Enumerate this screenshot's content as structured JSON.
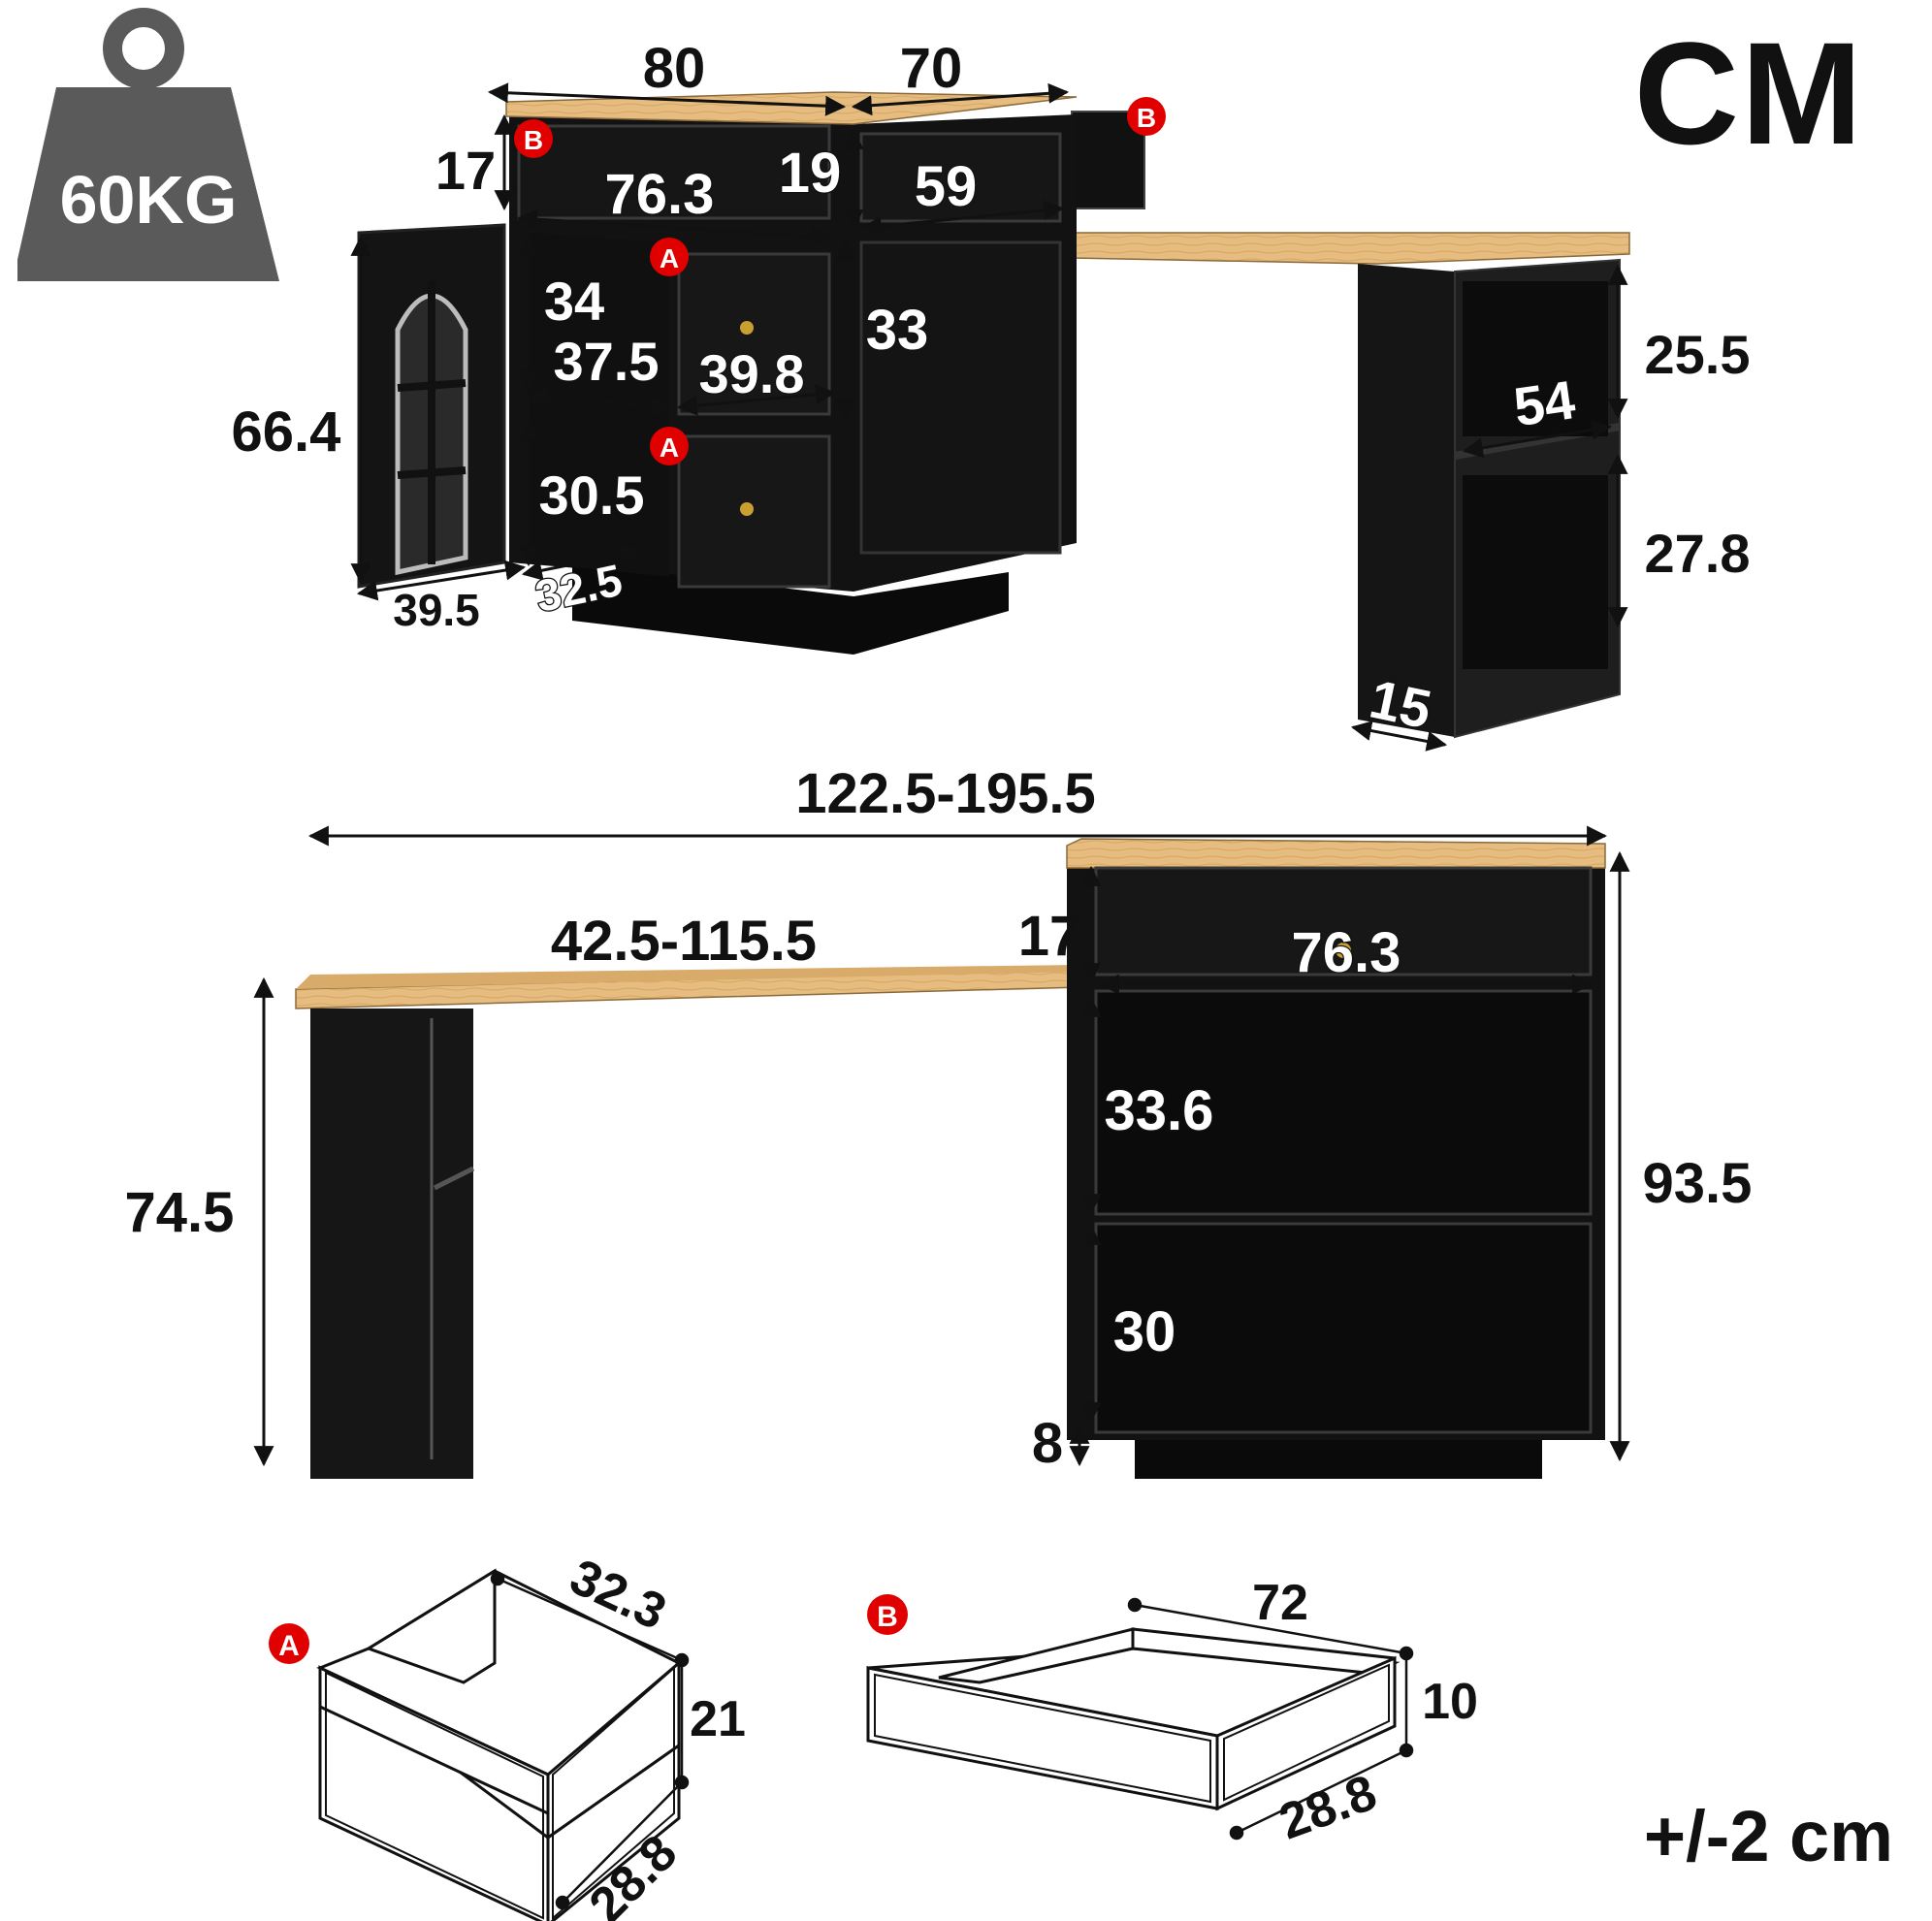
{
  "unit": "CM",
  "tolerance": "+/-2 cm",
  "weight": "60KG",
  "colors": {
    "wood": "#e6bc80",
    "body": "#111111",
    "marker": "#e00000",
    "weight_icon": "#5a5a5a"
  },
  "icons": [
    "weight-icon",
    "dimension-arrow-icon",
    "drawer-marker-icon"
  ],
  "top_view": {
    "top_left_width": "80",
    "top_right_width": "70",
    "drawer_b_height": "17",
    "drawer_b_inner_width": "76.3",
    "side_drawer_height": "19",
    "side_drawer_width": "59",
    "middle_drawer_height": "34",
    "middle_drawer_depth": "37.5",
    "middle_drawer_width": "39.8",
    "right_drawer_height": "33",
    "cabinet_height": "66.4",
    "lower_drawer_height": "30.5",
    "door_depth": "39.5",
    "lower_depth": "32.5",
    "shelf_upper_height": "25.5",
    "shelf_width": "54",
    "shelf_lower_height": "27.8",
    "leg_depth": "15",
    "markers": {
      "a": "A",
      "b": "B"
    }
  },
  "front_view": {
    "total_width": "122.5-195.5",
    "desk_extension": "42.5-115.5",
    "desk_height": "74.5",
    "drawer_height": "17",
    "drawer_width": "76.3",
    "upper_shelf_height": "33.6",
    "lower_shelf_height": "30",
    "base_height": "8",
    "cabinet_height": "93.5"
  },
  "drawer_a": {
    "marker": "A",
    "length": "32.3",
    "height": "21",
    "depth": "28.8"
  },
  "drawer_b": {
    "marker": "B",
    "length": "72",
    "height": "10",
    "depth": "28.8"
  }
}
